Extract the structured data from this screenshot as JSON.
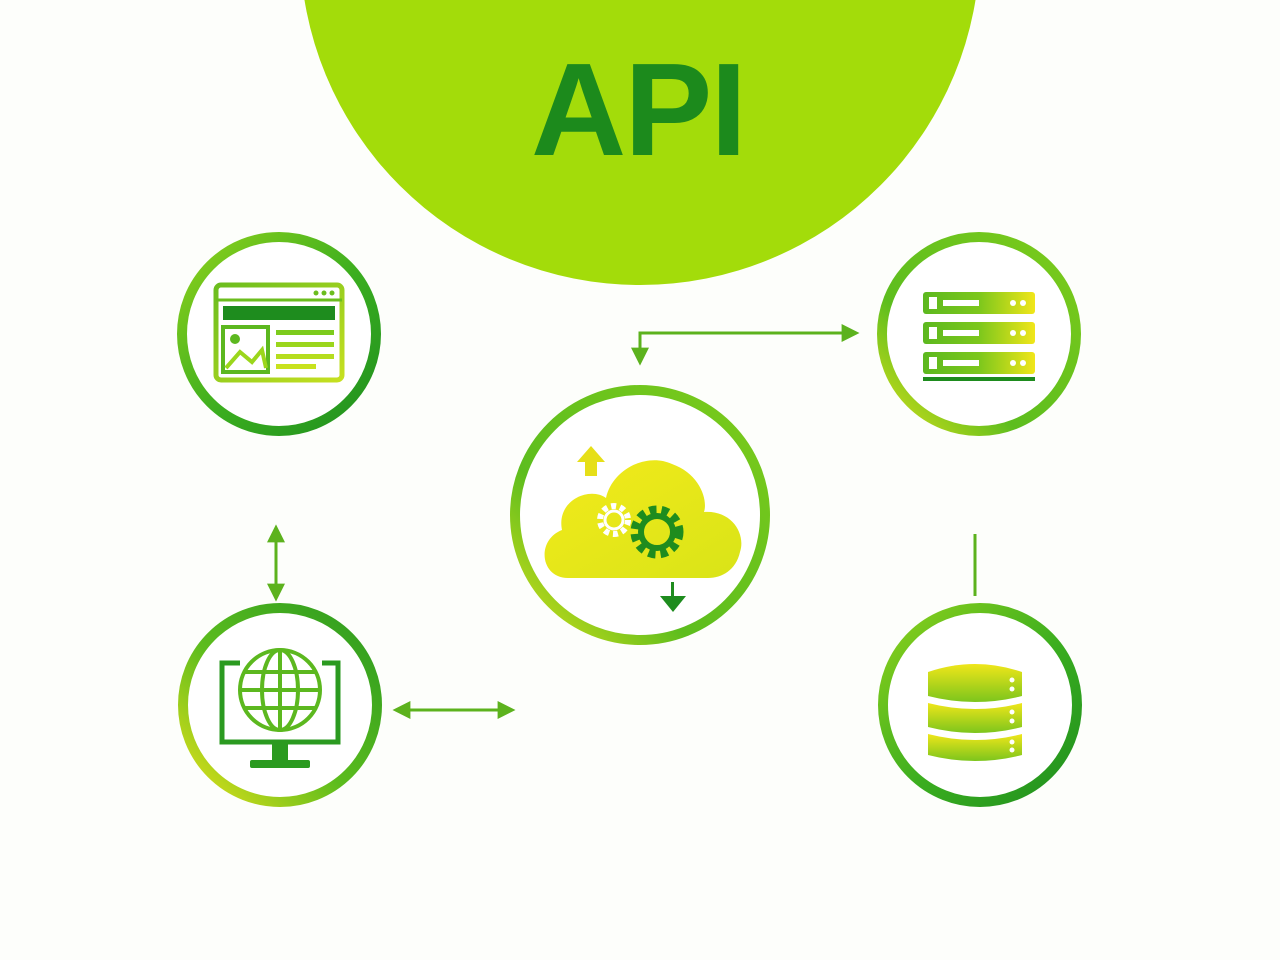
{
  "header": {
    "title": "API"
  },
  "colors": {
    "lime": "#9fdb0a",
    "dark_green": "#1e8c1e",
    "green": "#3aad1f",
    "yellow": "#f2e81c",
    "background": "#fdfefb"
  },
  "nodes": [
    {
      "id": "web-app",
      "icon": "browser-window-icon"
    },
    {
      "id": "servers",
      "icon": "server-rack-icon"
    },
    {
      "id": "cloud-service",
      "icon": "cloud-gears-icon"
    },
    {
      "id": "web-client",
      "icon": "globe-monitor-icon"
    },
    {
      "id": "database",
      "icon": "database-icon"
    }
  ]
}
